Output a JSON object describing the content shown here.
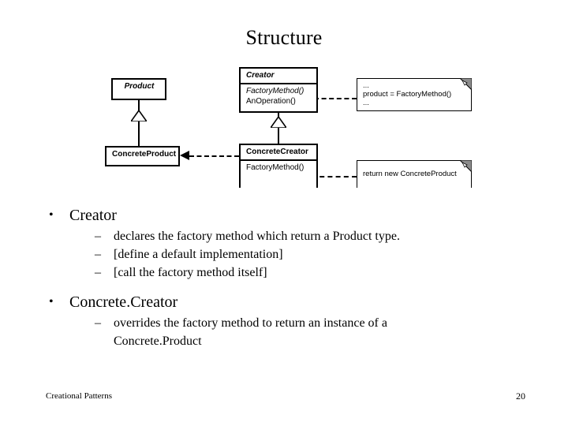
{
  "slide": {
    "title": "Structure",
    "footer_left": "Creational Patterns",
    "page_number": "20"
  },
  "diagram": {
    "classes": {
      "product": {
        "name": "Product",
        "abstract": true,
        "operations": []
      },
      "concrete_product": {
        "name": "ConcreteProduct",
        "abstract": false,
        "operations": []
      },
      "creator": {
        "name": "Creator",
        "abstract": true,
        "operations": [
          {
            "label": "FactoryMethod()",
            "abstract": true
          },
          {
            "label": "AnOperation()",
            "abstract": false
          }
        ]
      },
      "concrete_creator": {
        "name": "ConcreteCreator",
        "abstract": false,
        "operations": [
          {
            "label": "FactoryMethod()",
            "abstract": false
          }
        ]
      }
    },
    "notes": {
      "creator_note": {
        "line1": "...",
        "line2": "product = FactoryMethod()",
        "line3": "..."
      },
      "concrete_creator_note": {
        "line1": "return new ConcreteProduct"
      }
    },
    "relations": [
      {
        "kind": "generalization",
        "from": "ConcreteProduct",
        "to": "Product"
      },
      {
        "kind": "generalization",
        "from": "ConcreteCreator",
        "to": "Creator"
      },
      {
        "kind": "dependency",
        "from": "ConcreteCreator",
        "to": "ConcreteProduct"
      }
    ],
    "colors": {
      "stroke": "#000000",
      "fill": "#ffffff",
      "note_fold": "#8c8c8c"
    }
  },
  "body": {
    "groups": [
      {
        "heading": "Creator",
        "bullet_glyph": "•",
        "sub_glyph": "–",
        "items": [
          "declares the factory method which return a Product type.",
          "[define a default implementation]",
          "[call the factory method itself]"
        ]
      },
      {
        "heading": "Concrete.Creator",
        "bullet_glyph": "•",
        "sub_glyph": "–",
        "items": [
          "overrides the factory method to return an instance of a Concrete.Product"
        ]
      }
    ]
  }
}
